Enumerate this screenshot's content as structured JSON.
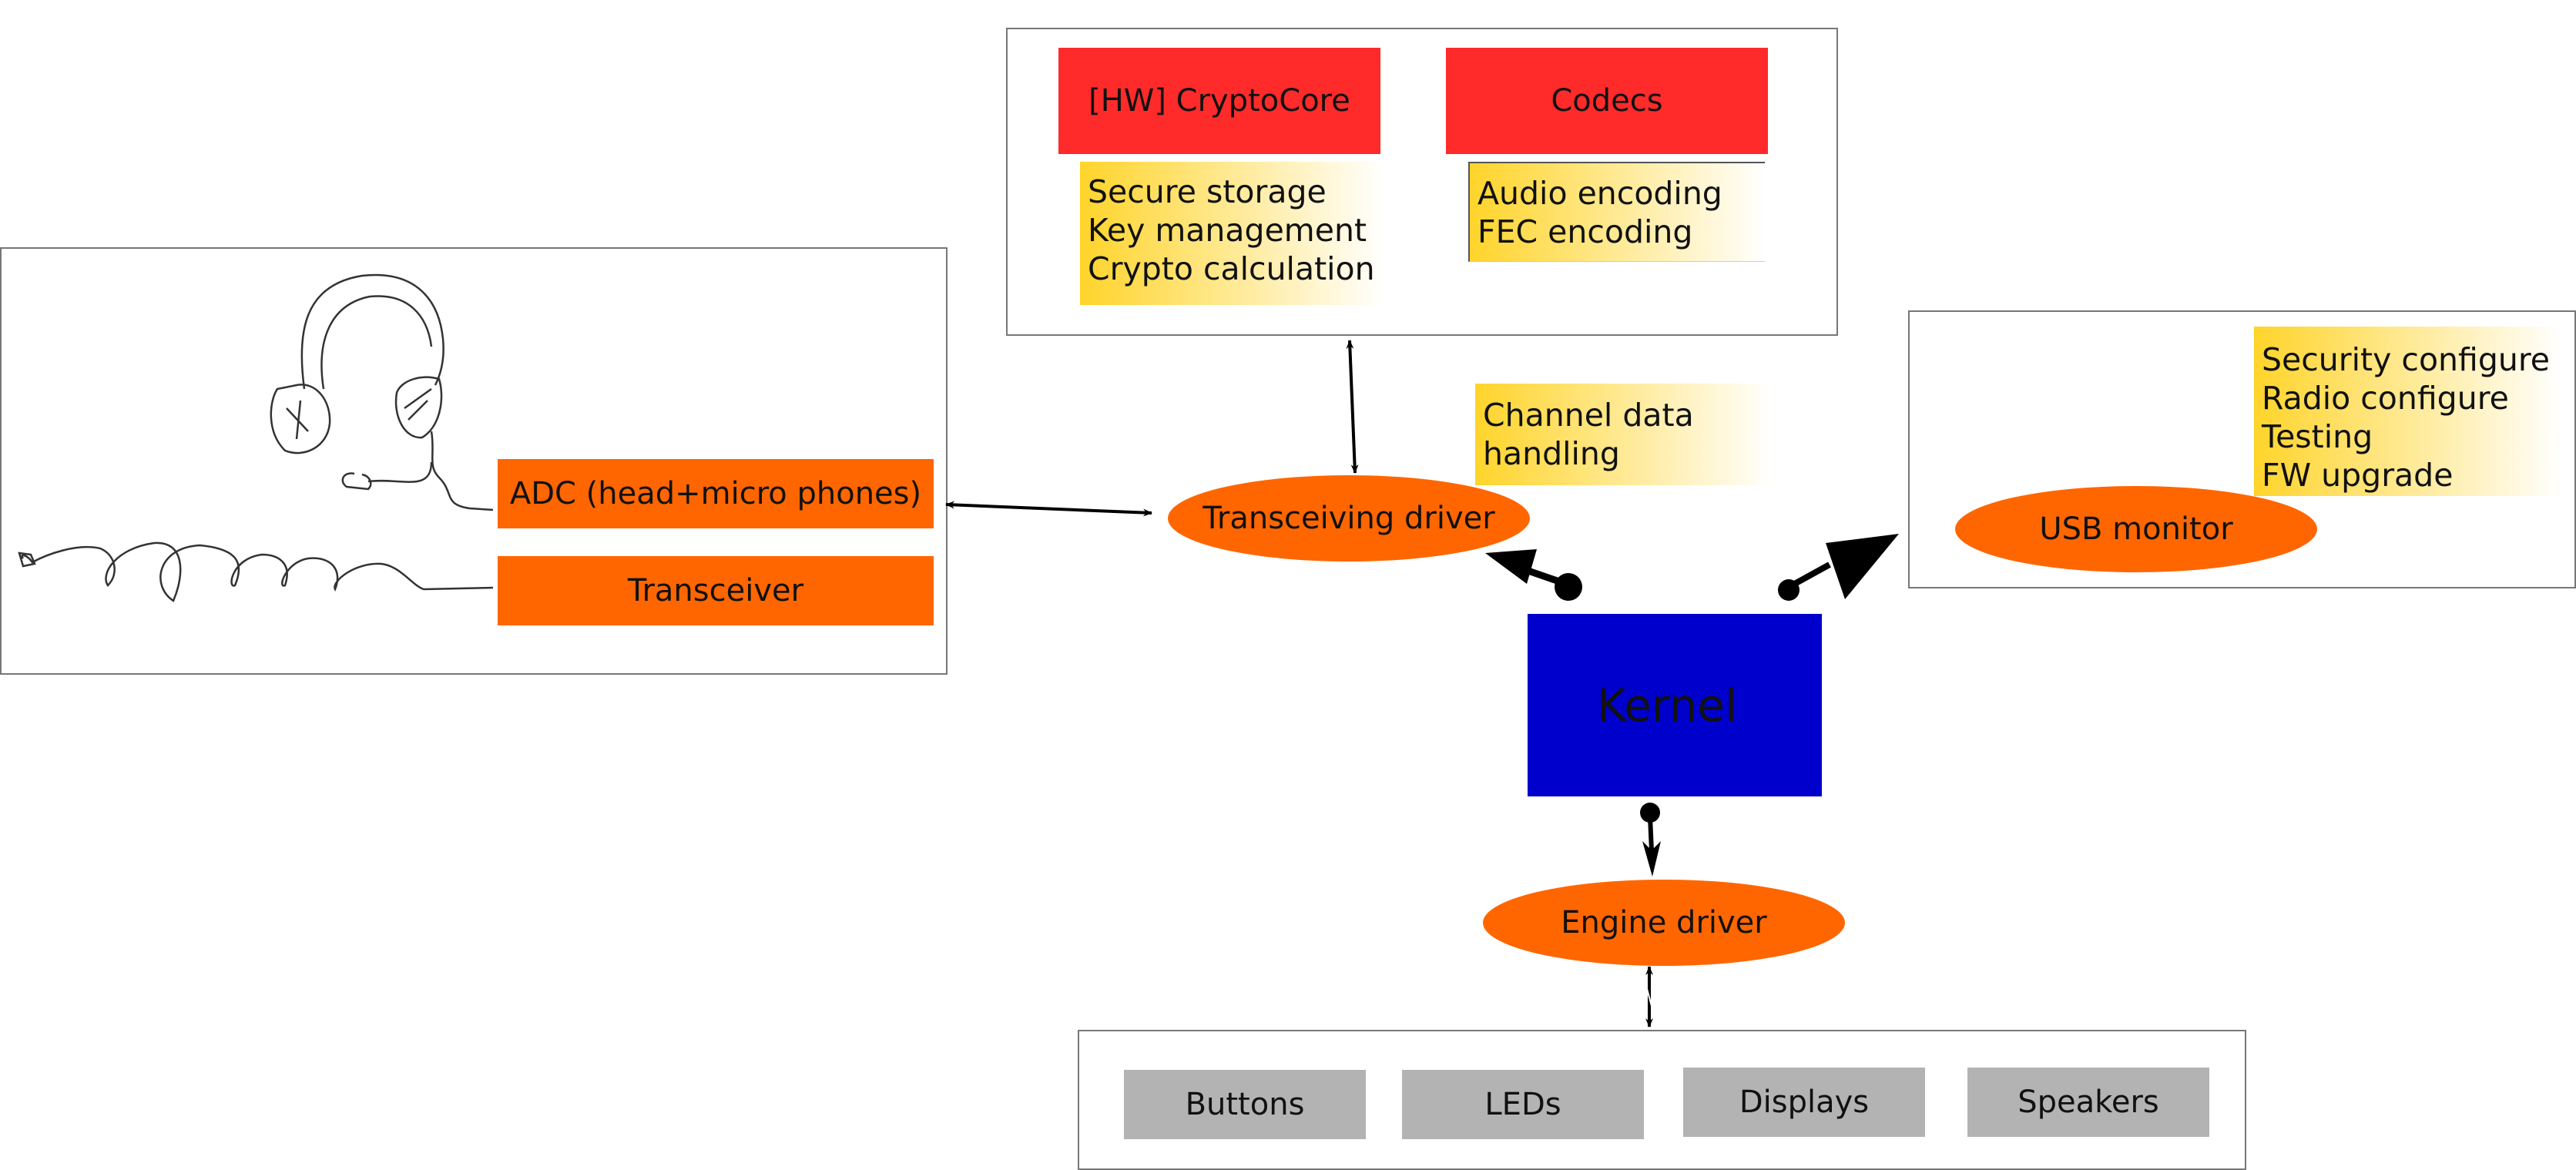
{
  "crypto_group": {
    "cryptocore_label": "[HW] CryptoCore",
    "codecs_label": "Codecs",
    "crypto_notes": [
      "Secure storage",
      "Key management",
      "Crypto calculation"
    ],
    "codec_notes": [
      "Audio encoding",
      "FEC encoding"
    ]
  },
  "headset_group": {
    "adc_label": "ADC (head+micro phones)",
    "transceiver_label": "Transceiver",
    "headset_icon": "headset-drawing"
  },
  "center": {
    "transceiving_driver_label": "Transceiving driver",
    "channel_notes": [
      "Channel data",
      "handling"
    ],
    "kernel_label": "Kernel",
    "engine_driver_label": "Engine driver"
  },
  "usb_group": {
    "usb_monitor_label": "USB monitor",
    "usb_notes": [
      "Security configure",
      "Radio configure",
      "Testing",
      "FW upgrade"
    ]
  },
  "io_group": {
    "buttons_label": "Buttons",
    "leds_label": "LEDs",
    "displays_label": "Displays",
    "speakers_label": "Speakers"
  },
  "colors": {
    "red": "#ff2a2a",
    "orange": "#ff6600",
    "blue": "#0000cc",
    "gray": "#b3b3b3",
    "note_gradient_start": "#ffd42a"
  }
}
